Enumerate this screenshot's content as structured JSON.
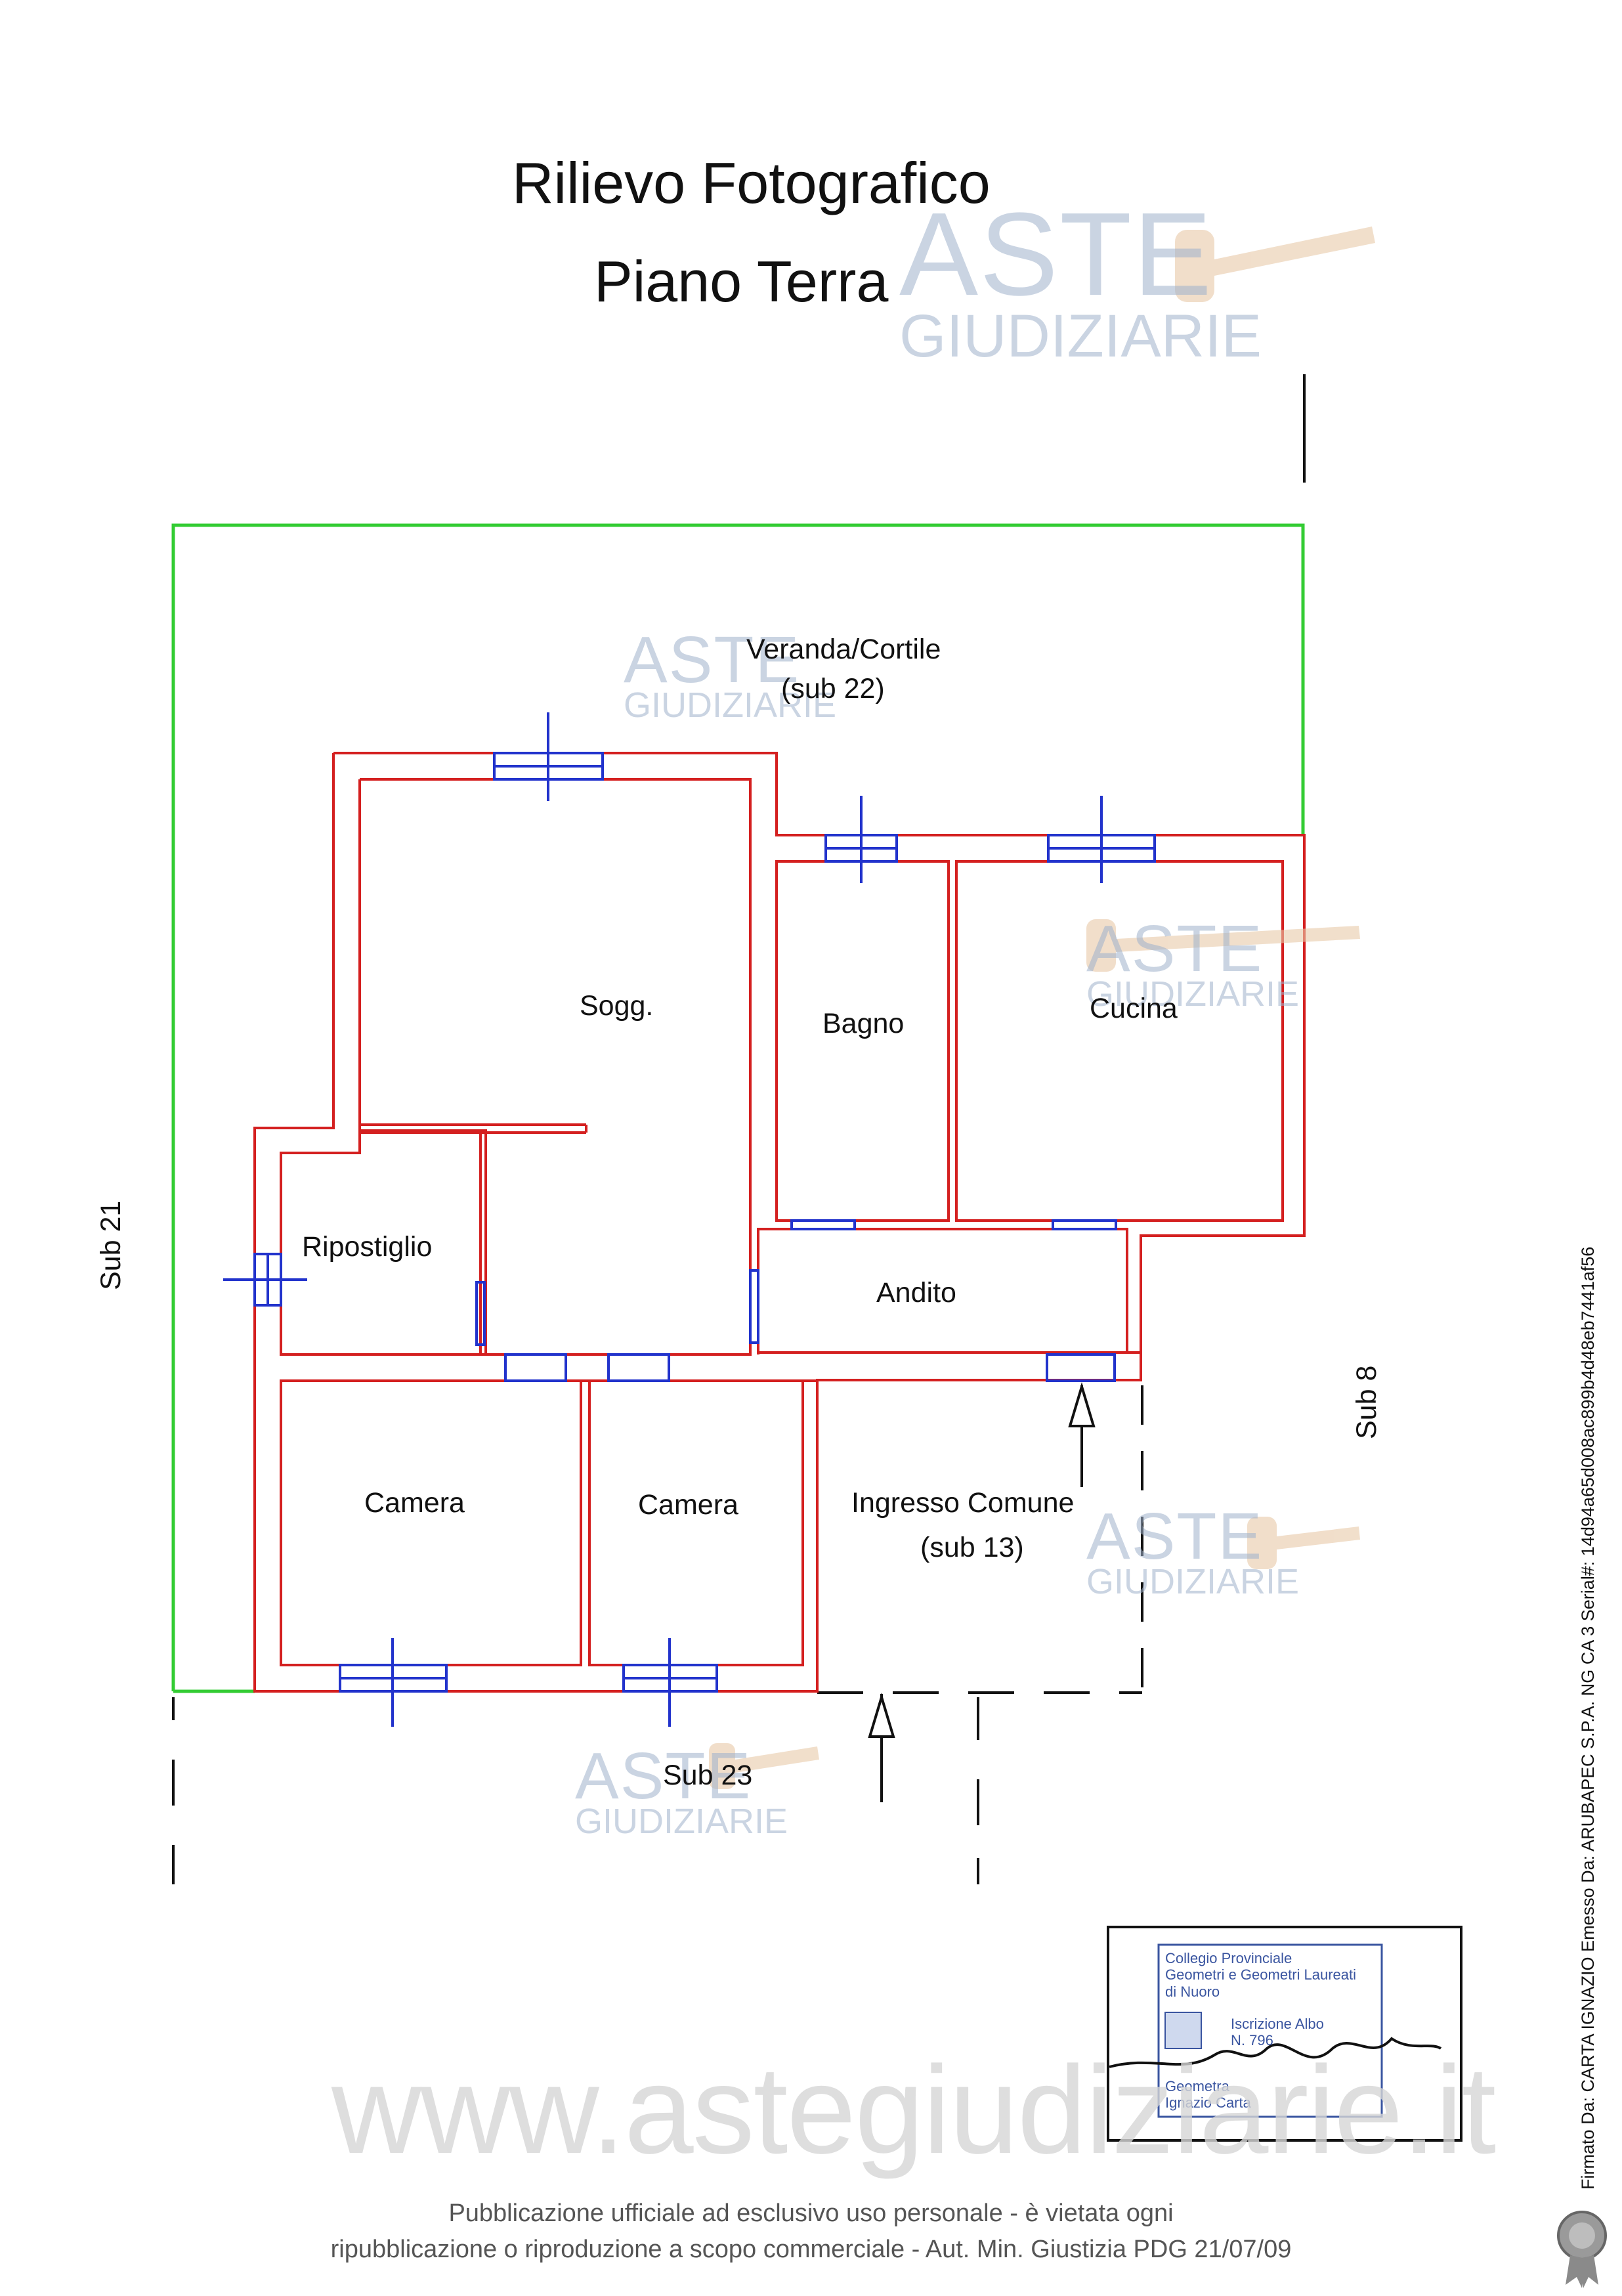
{
  "title": {
    "line1": "Rilievo Fotografico",
    "line2": "Piano  Terra"
  },
  "rooms": {
    "veranda_line1": "Veranda/Cortile",
    "veranda_line2": "(sub 22)",
    "soggiorno": "Sogg.",
    "bagno": "Bagno",
    "cucina": "Cucina",
    "ripostiglio": "Ripostiglio",
    "andito": "Andito",
    "camera1": "Camera",
    "camera2": "Camera",
    "ingresso_line1": "Ingresso Comune",
    "ingresso_line2": "(sub 13)"
  },
  "adjacent": {
    "left": "Sub 21",
    "right": "Sub 8",
    "bottom": "Sub 23"
  },
  "watermark": {
    "brand_top": "ASTE",
    "brand_bottom": "GIUDIZIARIE",
    "url": "www.astegiudiziarie.it"
  },
  "stamp": {
    "line1": "Collegio Provinciale",
    "line2": "Geometri e Geometri Laureati",
    "line3": "di Nuoro",
    "line4": "Iscrizione Albo",
    "line5": "N. 796",
    "line6": "Geometra",
    "line7": "Ignazio Carta"
  },
  "footer": {
    "line1": "Pubblicazione ufficiale ad esclusivo uso personale - è vietata ogni",
    "line2": "ripubblicazione o riproduzione a scopo commerciale - Aut. Min. Giustizia PDG 21/07/09"
  },
  "signature_note": "Firmato Da: CARTA IGNAZIO Emesso Da: ARUBAPEC S.P.A. NG CA 3 Serial#: 14d94a65d008ac899b4d48eb7441af56",
  "colors": {
    "walls": "#d42020",
    "windows": "#2233cc",
    "boundary": "#33cc33",
    "lines": "#111111"
  }
}
